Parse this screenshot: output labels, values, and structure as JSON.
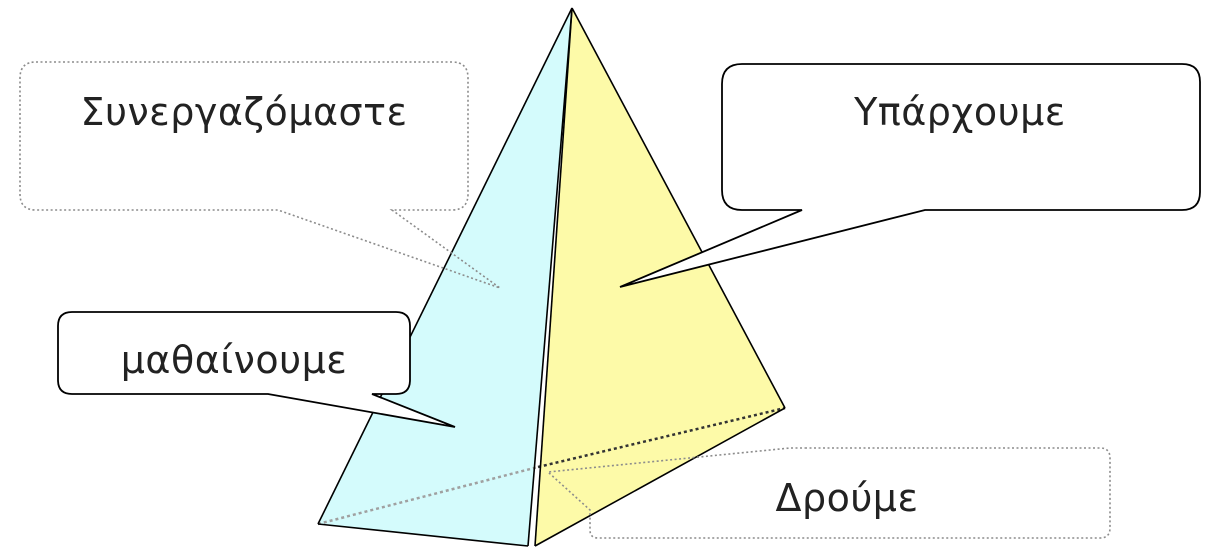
{
  "callouts": {
    "top_left": "Συνεργαζόμαστε",
    "top_right": "Υπάρχουμε",
    "middle_left": "μαθαίνουμε",
    "bottom_right": "Δρούμε"
  },
  "colors": {
    "left_face": "#d4fbfc",
    "right_face": "#fdfaa8",
    "edge": "#000000",
    "dotted_edge": "#9a9a9a"
  }
}
